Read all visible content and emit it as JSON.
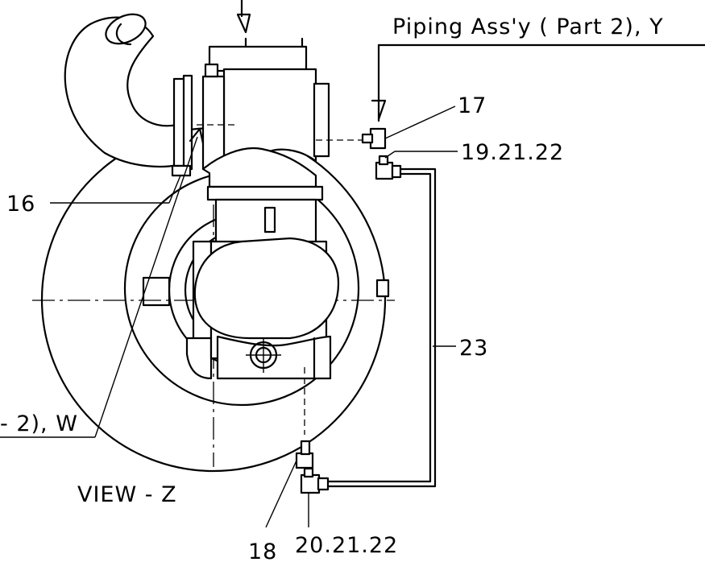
{
  "labels": {
    "piping_ref_y": "Piping Ass'y ( Part 2), Y",
    "piping_ref_w": "- 2), W",
    "view": "VIEW - Z",
    "part_16": "16",
    "part_17": "17",
    "part_18": "18",
    "part_19_21_22": "19.21.22",
    "part_20_21_22": "20.21.22",
    "part_23": "23"
  }
}
